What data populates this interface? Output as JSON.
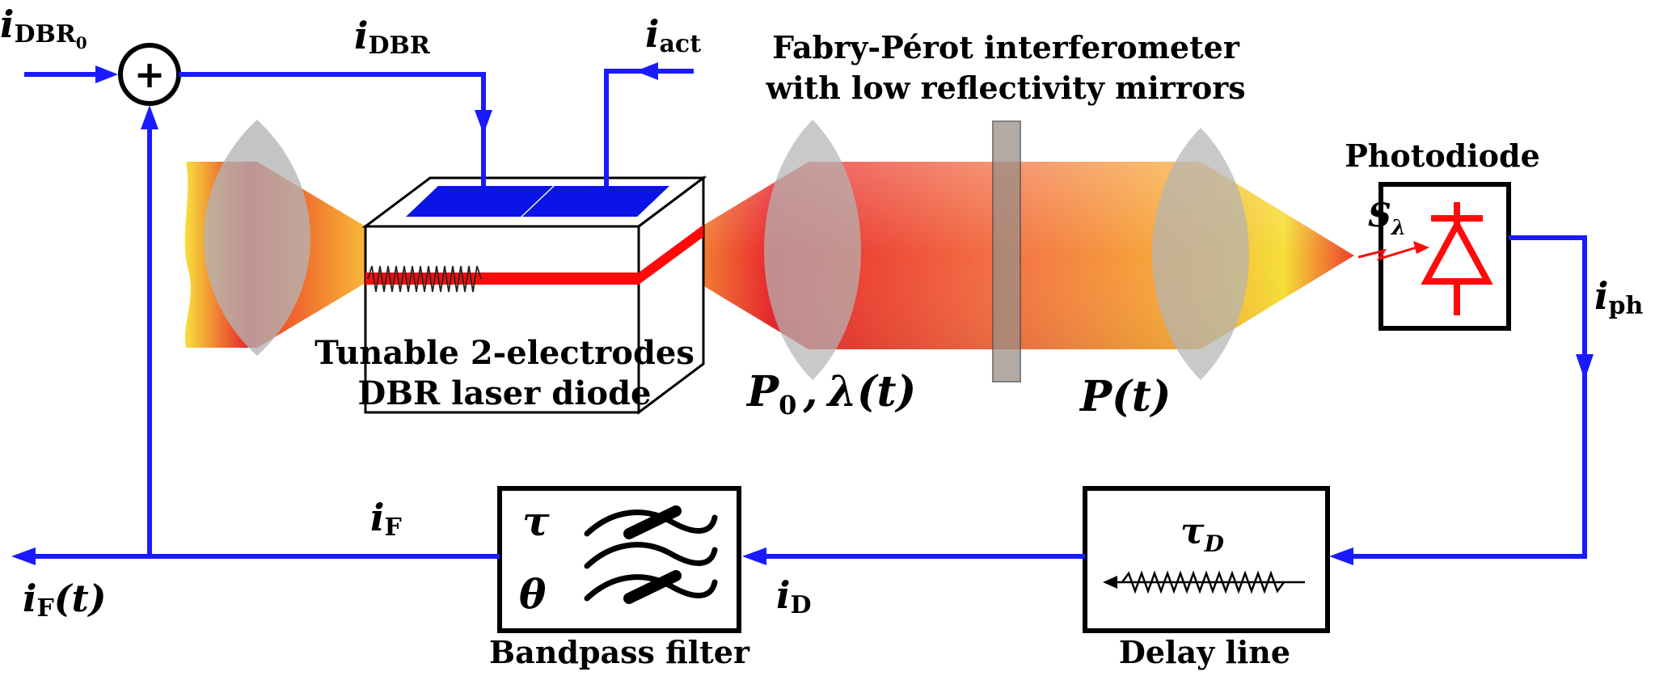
{
  "colors": {
    "wire": "#1a1aff",
    "laser_red": "#e8262b",
    "laser_yellow": "#f5e63a",
    "lens_gray": "#b4b4b4",
    "electrode": "#0a14e6",
    "diode_red": "#ff0000"
  },
  "signals": {
    "i_dbr0": {
      "base": "i",
      "sub": "DBR",
      "subsub": "0"
    },
    "i_dbr": {
      "base": "i",
      "sub": "DBR"
    },
    "i_act": {
      "base": "i",
      "sub": "act"
    },
    "i_ph": {
      "base": "i",
      "sub": "ph"
    },
    "i_f": {
      "base": "i",
      "sub": "F"
    },
    "i_d": {
      "base": "i",
      "sub": "D"
    },
    "i_f_t": {
      "base": "i",
      "sub": "F",
      "arg": "(t)"
    }
  },
  "summing_junction": {
    "symbol": "+"
  },
  "laser": {
    "label_line1": "Tunable 2-electrodes",
    "label_line2": "DBR laser diode"
  },
  "interferometer": {
    "label_line1": "Fabry-Pérot interferometer",
    "label_line2": "with low reflectivity mirrors"
  },
  "beam_labels": {
    "p0": {
      "base": "P",
      "sub": "0"
    },
    "sep": ",",
    "lambda_t": "λ(t)",
    "p_t": "P(t)"
  },
  "photodiode": {
    "label": "Photodiode",
    "sensitivity": {
      "base": "S",
      "sub": "λ"
    }
  },
  "delay_line": {
    "label": "Delay line",
    "param": {
      "base": "τ",
      "sub": "D"
    }
  },
  "bandpass_filter": {
    "label": "Bandpass filter",
    "param_tau": "τ",
    "param_theta": "θ"
  }
}
